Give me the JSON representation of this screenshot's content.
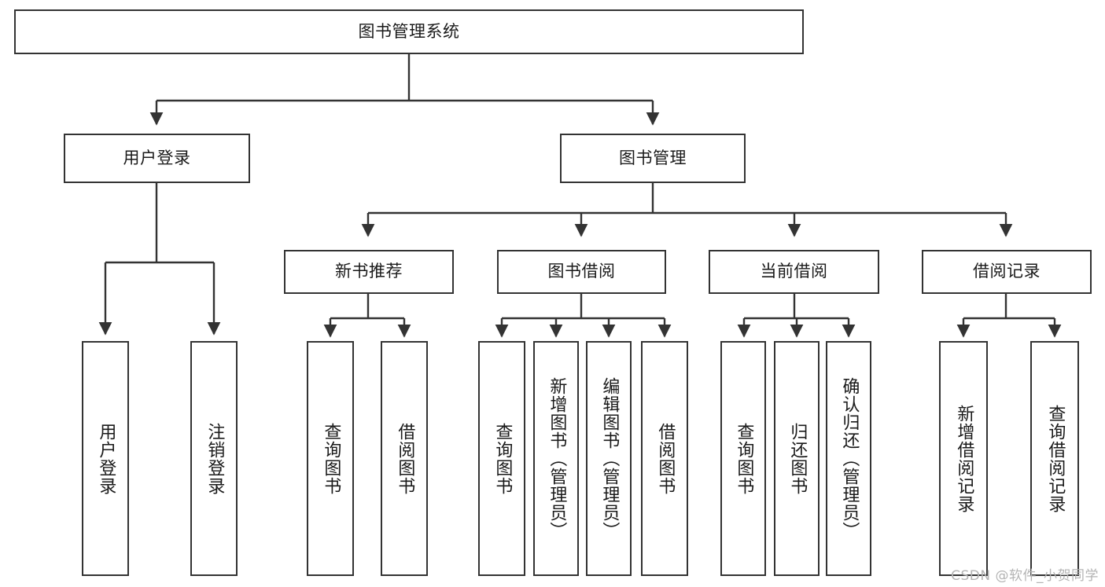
{
  "diagram": {
    "title": "图书管理系统",
    "type": "tree-hierarchy",
    "orientation": "top-down",
    "line_color": "#333333",
    "box_fill": "#ffffff",
    "text_color": "#1a1a1a"
  },
  "nodes": {
    "root": {
      "label": "图书管理系统"
    },
    "level2": [
      {
        "label": "用户登录"
      },
      {
        "label": "图书管理"
      }
    ],
    "level3": [
      {
        "label": "新书推荐"
      },
      {
        "label": "图书借阅"
      },
      {
        "label": "当前借阅"
      },
      {
        "label": "借阅记录"
      }
    ],
    "leaves_user_login": [
      {
        "label": "用户登录"
      },
      {
        "label": "注销登录"
      }
    ],
    "leaves_new_book": [
      {
        "label": "查询图书"
      },
      {
        "label": "借阅图书"
      }
    ],
    "leaves_borrow": [
      {
        "label": "查询图书"
      },
      {
        "label": "新增图书（管理员）"
      },
      {
        "label": "编辑图书（管理员）"
      },
      {
        "label": "借阅图书"
      }
    ],
    "leaves_current": [
      {
        "label": "查询图书"
      },
      {
        "label": "归还图书"
      },
      {
        "label": "确认归还（管理员）"
      }
    ],
    "leaves_record": [
      {
        "label": "新增借阅记录"
      },
      {
        "label": "查询借阅记录"
      }
    ]
  },
  "watermark": {
    "text": "CSDN @软件_小贺同学"
  }
}
